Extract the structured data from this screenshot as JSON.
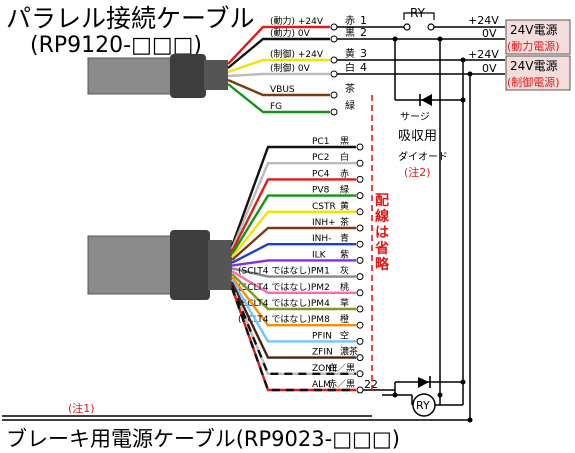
{
  "title": "パラレル接続ケーブル",
  "subtitle": "(RP9120-□□□)",
  "bottom_title": "ブレーキ用電源ケーブル(RP9023-□□□)",
  "top_wires": [
    {
      "label": "(動力) +24V",
      "color_name": "赤",
      "num": "1",
      "color": "#e01b1b"
    },
    {
      "label": "(動力)  0V",
      "color_name": "黒",
      "num": "2",
      "color": "#111111"
    },
    {
      "label": "(制御) +24V",
      "color_name": "黄",
      "num": "3",
      "color": "#f2e200"
    },
    {
      "label": "(制御)  0V",
      "color_name": "白",
      "num": "4",
      "color": "#bbbbbb"
    },
    {
      "label": "VBUS",
      "color_name": "茶",
      "num": "",
      "color": "#7a3b12"
    },
    {
      "label": "FG",
      "color_name": "緑",
      "num": "",
      "color": "#149414"
    }
  ],
  "signal_wires": [
    {
      "label": "PC1",
      "color_name": "黒",
      "color": "#111111"
    },
    {
      "label": "PC2",
      "color_name": "白",
      "color": "#bbbbbb"
    },
    {
      "label": "PC4",
      "color_name": "赤",
      "color": "#e01b1b"
    },
    {
      "label": "PV8",
      "color_name": "緑",
      "color": "#149414"
    },
    {
      "label": "CSTR",
      "color_name": "黄",
      "color": "#f2e200"
    },
    {
      "label": "INH+",
      "color_name": "茶",
      "color": "#7a3b12"
    },
    {
      "label": "INH-",
      "color_name": "青",
      "color": "#1c3fd0"
    },
    {
      "label": "ILK",
      "color_name": "紫",
      "color": "#8a2be2"
    },
    {
      "label": "(SCLT4 ではなし)PM1",
      "color_name": "灰",
      "color": "#888888"
    },
    {
      "label": "(SCLT4 ではなし)PM2",
      "color_name": "桃",
      "color": "#ff69b4"
    },
    {
      "label": "(SCLT4 ではなし)PM4",
      "color_name": "草",
      "color": "#7e9a1f"
    },
    {
      "label": "(SCLT4 ではなし)PM8",
      "color_name": "橙",
      "color": "#ff8c00"
    },
    {
      "label": "PFIN",
      "color_name": "空",
      "color": "#6ec6ff"
    },
    {
      "label": "ZFIN",
      "color_name": "濃茶",
      "color": "#4a2410"
    },
    {
      "label": "ZONE",
      "color_name": "白／黒",
      "color": "#bbbbbb"
    },
    {
      "label": "ALM",
      "color_name": "赤／黒",
      "color": "#e01b1b",
      "num": "22"
    }
  ],
  "relay_label": "RY",
  "relay_coil_label": "RY",
  "supplies": [
    {
      "plus": "+24V",
      "zero": "0V",
      "name": "24V電源",
      "sub": "(動力電源)"
    },
    {
      "plus": "+24V",
      "zero": "0V",
      "name": "24V電源",
      "sub": "(制御電源)"
    }
  ],
  "diode_label_lines": [
    "サージ",
    "吸収用",
    "ダイオード",
    "(注2)"
  ],
  "omitted_label": "配線は省略",
  "note1": "(注1)",
  "colors": {
    "red_note": "#e01b1b",
    "supply_box_fill": "#f2dcdc",
    "cable_gray": "#8a8a8a",
    "sleeve": "#3d3d3d"
  }
}
